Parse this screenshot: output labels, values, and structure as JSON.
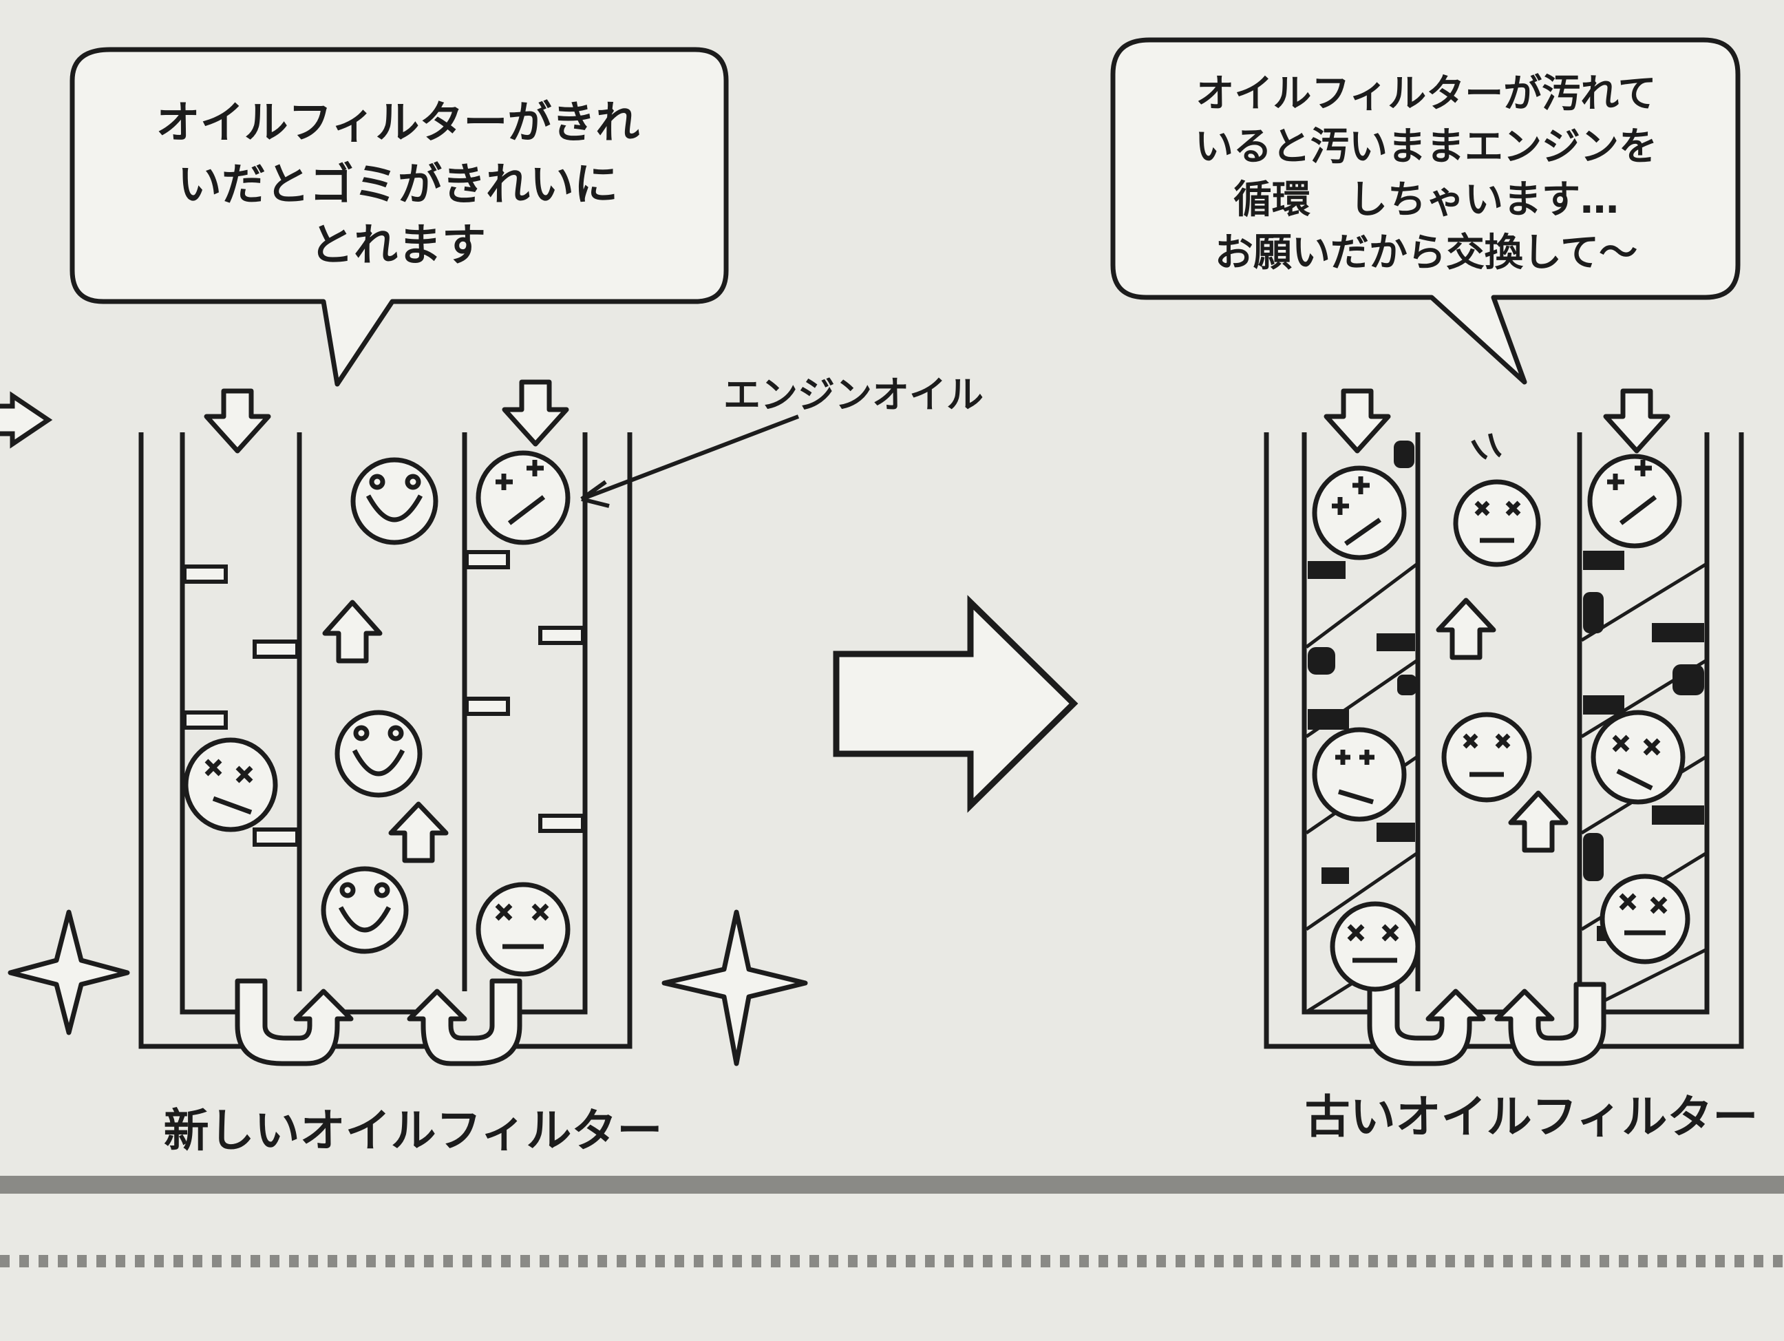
{
  "left_panel": {
    "bubble_lines": [
      "オイルフィルターがきれ",
      "いだとゴミがきれいに",
      "とれます"
    ],
    "oil_label": "エンジンオイル",
    "caption": "新しいオイルフィルター"
  },
  "right_panel": {
    "bubble_lines": [
      "オイルフィルターが汚れて",
      "いると汚いままエンジンを",
      "循環　しちゃいます…",
      "お願いだから交換して～"
    ],
    "caption": "古いオイルフィルター"
  },
  "colors": {
    "paper": "#e9e9e4",
    "ink": "#1c1c1c"
  }
}
